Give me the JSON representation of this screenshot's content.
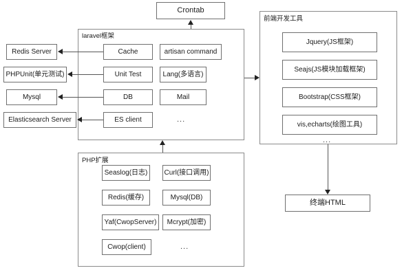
{
  "diagram": {
    "title": "PHP Web Stack Architecture Diagram",
    "background": "#ffffff",
    "border_color": "#6f6f6f",
    "text_color": "#1a1a1a",
    "arrow_color": "#222222"
  },
  "top": {
    "crontab": "Crontab"
  },
  "laravel_group": {
    "label": "laravel框架",
    "col_middle": [
      "Cache",
      "Unit Test",
      "DB",
      "ES client"
    ],
    "col_right": [
      "artisan command",
      "Lang(多语言)",
      "Mail"
    ],
    "col_right_ellipsis": "..."
  },
  "external_services": [
    "Redis Server",
    "PHPUnit(单元测试)",
    "Mysql",
    "Elasticsearch Server"
  ],
  "php_ext_group": {
    "label": "PHP扩展",
    "col_left": [
      "Seaslog(日志)",
      "Redis(缓存)",
      "Yaf(CwopServer)",
      "Cwop(client)"
    ],
    "col_right": [
      "Curl(接口调用)",
      "Mysql(DB)",
      "Mcrypt(加密)"
    ],
    "col_right_ellipsis": "..."
  },
  "frontend_group": {
    "label": "前端开发工具",
    "items": [
      "Jquery(JS框架)",
      "Seajs(JS模块加载框架)",
      "Bootstrap(CSS框架)",
      "vis,echarts(绘图工具)"
    ],
    "ellipsis": "..."
  },
  "output": {
    "terminal_html": "终端HTML"
  }
}
